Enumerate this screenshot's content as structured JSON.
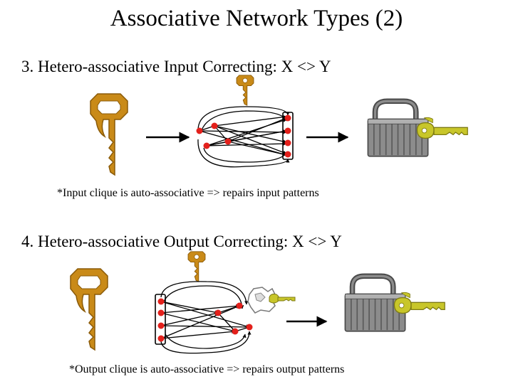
{
  "slide": {
    "title": "Associative Network Types (2)"
  },
  "section3": {
    "heading": "3. Hetero-associative Input Correcting: X <> Y",
    "note": "*Input clique is auto-associative => repairs input patterns"
  },
  "section4": {
    "heading": "4. Hetero-associative Output Correcting: X <> Y",
    "note": "*Output clique is auto-associative => repairs output patterns"
  },
  "colors": {
    "key_gold": "#c98a18",
    "key_gold_dark": "#8a5a08",
    "key_olive": "#c8c62a",
    "node_red": "#e3201b",
    "lock_gray": "#8c8c8c",
    "lock_dark": "#4a4a4a"
  },
  "icons": {
    "input_key": "key-icon",
    "small_key": "key-icon",
    "padlock": "padlock-icon",
    "damaged_key": "broken-key-icon",
    "network": "network-diagram-icon",
    "arrow": "arrow-right-icon"
  }
}
